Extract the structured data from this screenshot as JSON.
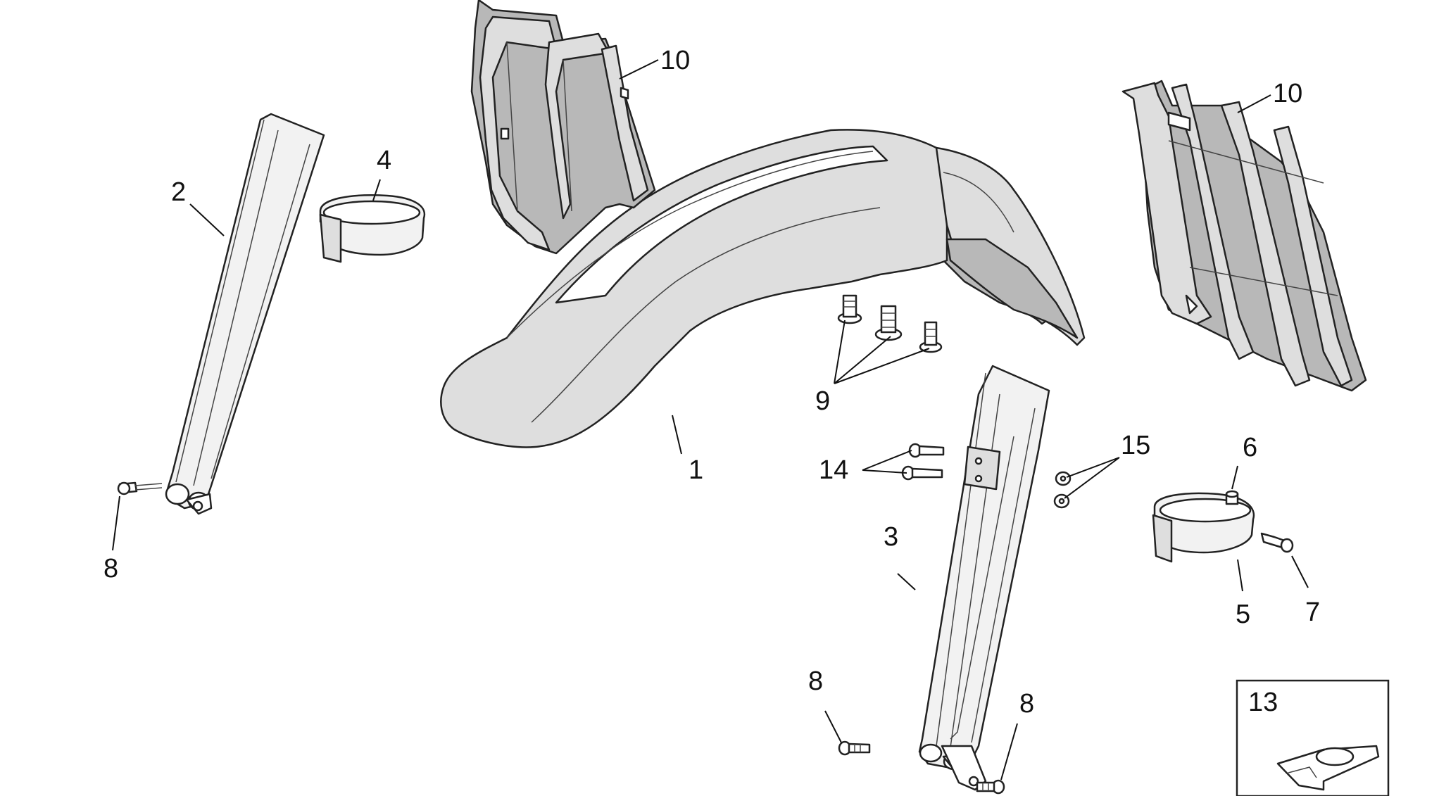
{
  "callouts": {
    "c1": "1",
    "c2": "2",
    "c3": "3",
    "c4": "4",
    "c5": "5",
    "c6": "6",
    "c7": "7",
    "c8a": "8",
    "c8b": "8",
    "c8c": "8",
    "c9": "9",
    "c10a": "10",
    "c10b": "10",
    "c13": "13",
    "c14": "14",
    "c15": "15"
  },
  "colors": {
    "part_fill": "#dedede",
    "part_dark": "#b8b8b8",
    "outline": "#222222",
    "background": "#ffffff"
  }
}
